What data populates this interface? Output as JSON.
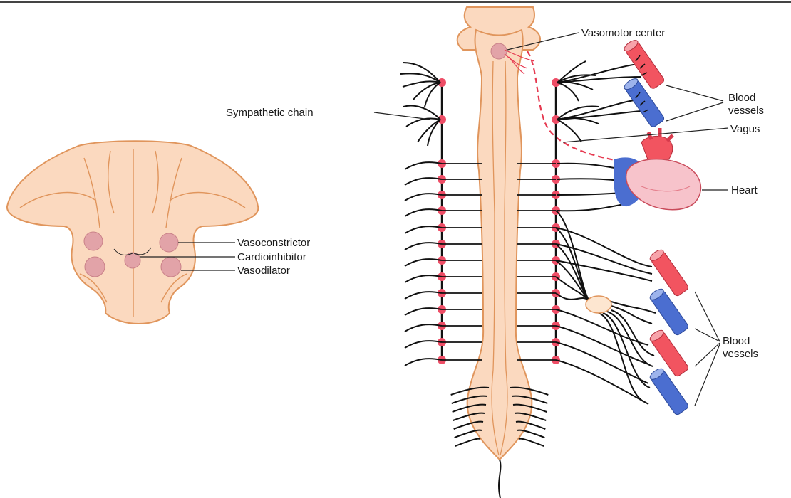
{
  "labels": {
    "vasomotor_center": "Vasomotor center",
    "blood_vessels_top_1": "Blood",
    "blood_vessels_top_2": "vessels",
    "vagus": "Vagus",
    "sympathetic_chain": "Sympathetic chain",
    "heart": "Heart",
    "vasoconstrictor": "Vasoconstrictor",
    "cardioinhibitor": "Cardioinhibitor",
    "vasodilator": "Vasodilator",
    "blood_vessels_bottom_1": "Blood",
    "blood_vessels_bottom_2": "vessels"
  },
  "colors": {
    "tissue": "#fbd9bf",
    "tissue_outline": "#e0955c",
    "ganglion": "#ee4d66",
    "nucleus": "#e2a3a8",
    "artery": "#f25460",
    "vein": "#4b6ed0",
    "nerve": "#111111",
    "vagus_nerve": "#e63950"
  }
}
